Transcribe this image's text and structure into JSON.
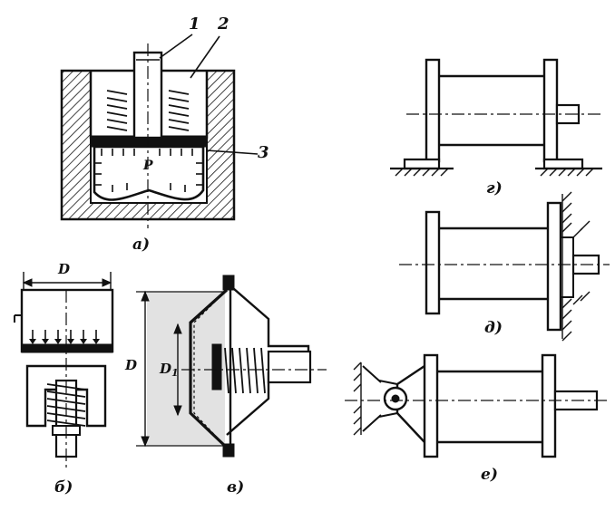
{
  "figure": {
    "callouts": [
      "1",
      "2",
      "3"
    ],
    "pressure_symbol": "P",
    "dimension_D": "D",
    "dimension_D1_main": "D",
    "dimension_D1_sub": "1",
    "captions": {
      "a": "а)",
      "b": "б)",
      "v": "в)",
      "g": "г)",
      "d": "д)",
      "e": "е)"
    }
  },
  "colors": {
    "ink": "#111111",
    "background": "#ffffff",
    "fill_light": "#e2e2e2"
  }
}
